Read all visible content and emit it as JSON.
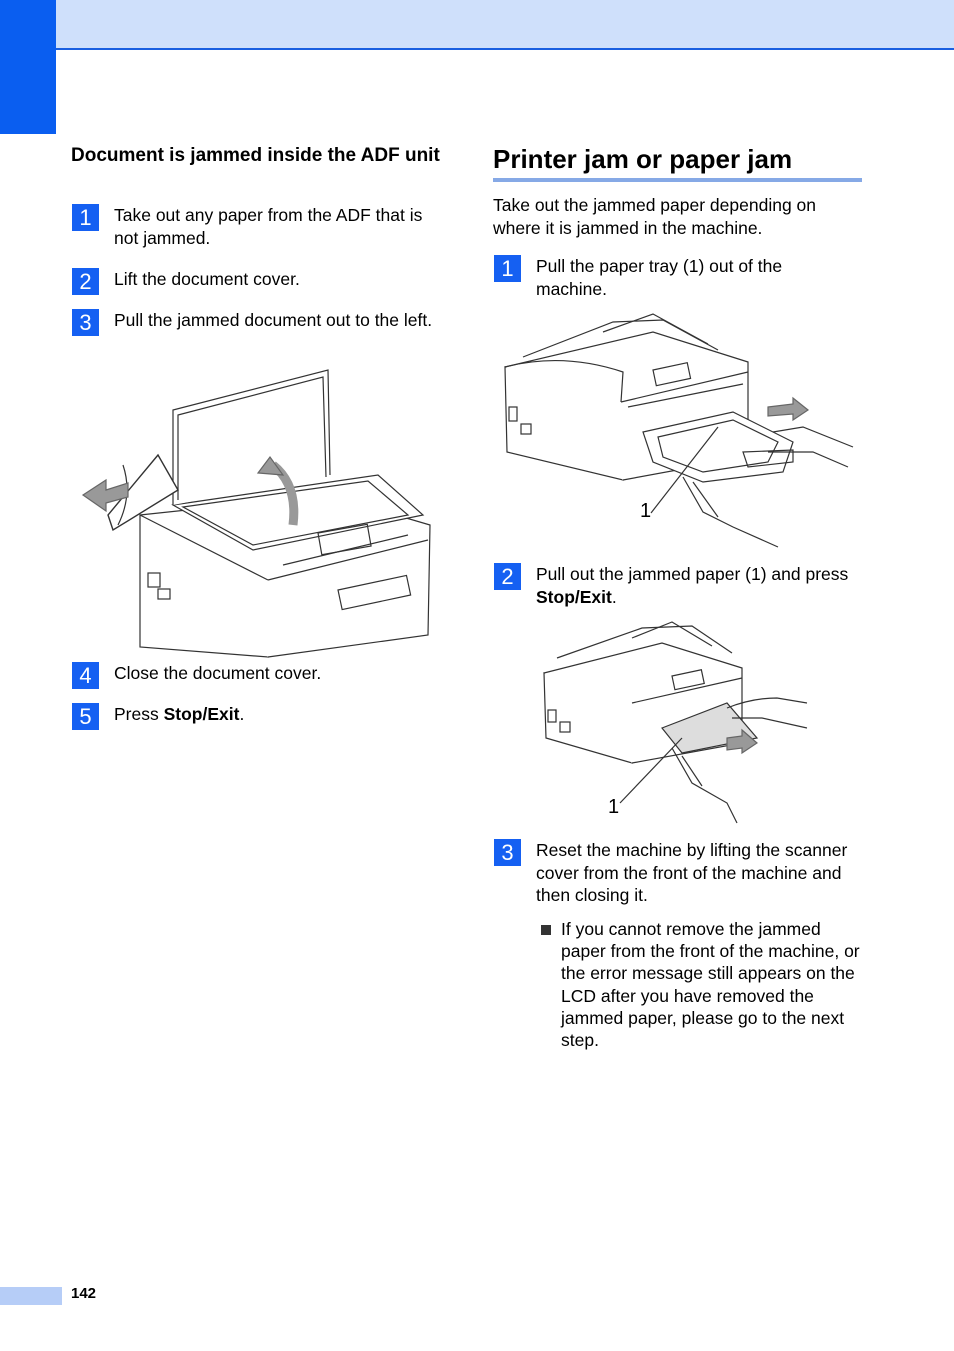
{
  "left": {
    "heading": "Document is jammed inside the ADF unit",
    "steps": [
      {
        "num": "1",
        "text": "Take out any paper from the ADF that is not jammed."
      },
      {
        "num": "2",
        "text": "Lift the document cover."
      },
      {
        "num": "3",
        "text": "Pull the jammed document out to the left."
      },
      {
        "num": "4",
        "text": "Close the document cover."
      },
      {
        "num": "5",
        "pre": "Press ",
        "bold": "Stop/Exit",
        "post": "."
      }
    ]
  },
  "right": {
    "heading": "Printer jam or paper jam",
    "intro": "Take out the jammed paper depending on where it is jammed in the machine.",
    "steps": [
      {
        "num": "1",
        "text": "Pull the paper tray (1) out of the machine."
      },
      {
        "num": "2",
        "pre": "Pull out the jammed paper (1) and press ",
        "bold": "Stop/Exit",
        "post": "."
      },
      {
        "num": "3",
        "text": "Reset the machine by lifting the scanner cover from the front of the machine and then closing it."
      }
    ],
    "bullet": "If you cannot remove the jammed paper from the front of the machine, or the error message still appears on the LCD after you have removed the jammed paper, please go to the next step.",
    "callout_1": "1",
    "callout_2": "1"
  },
  "footer": {
    "page_number": "142"
  },
  "colors": {
    "accent": "#0a5ef0",
    "band": "#cfe0fb",
    "rule": "#86a9e6"
  }
}
